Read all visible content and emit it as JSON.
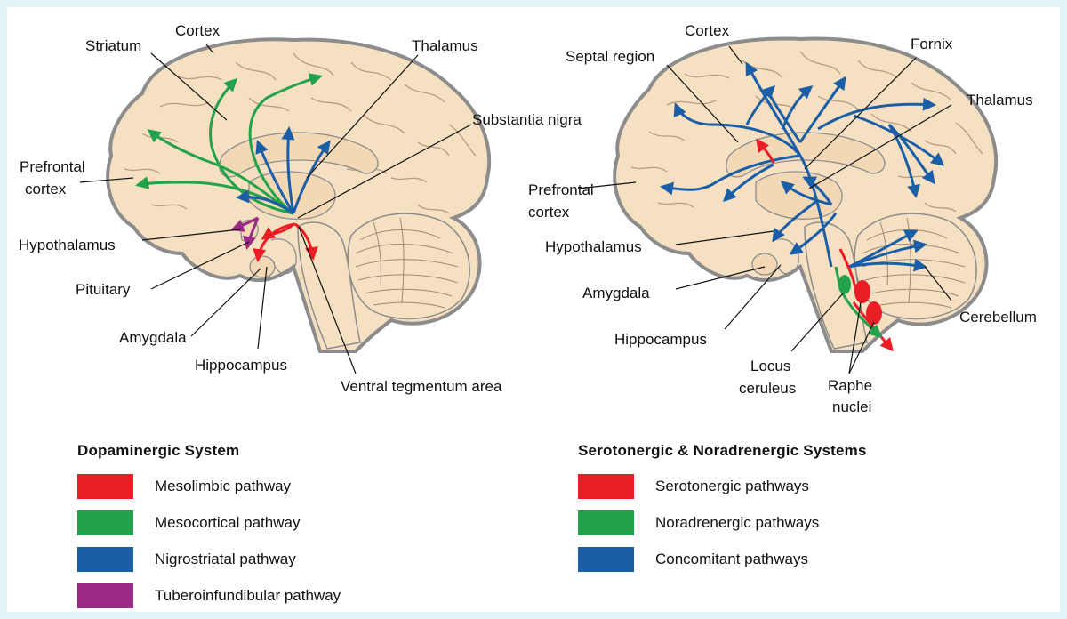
{
  "colors": {
    "brain_fill": "#f6e0c2",
    "brain_outline": "#8c8c8c",
    "red": "#ea1c24",
    "green": "#22a24a",
    "blue": "#1a5ea8",
    "purple": "#9b2a86"
  },
  "left_panel": {
    "labels": {
      "cortex": "Cortex",
      "striatum": "Striatum",
      "thalamus": "Thalamus",
      "substantia_nigra": "Substantia nigra",
      "prefrontal_1": "Prefrontal",
      "prefrontal_2": "cortex",
      "hypothalamus": "Hypothalamus",
      "pituitary": "Pituitary",
      "amygdala": "Amygdala",
      "hippocampus": "Hippocampus",
      "vta": "Ventral tegmentum area"
    }
  },
  "right_panel": {
    "labels": {
      "cortex": "Cortex",
      "fornix": "Fornix",
      "septal": "Septal region",
      "thalamus": "Thalamus",
      "prefrontal_1": "Prefrontal",
      "prefrontal_2": "cortex",
      "hypothalamus": "Hypothalamus",
      "amygdala": "Amygdala",
      "hippocampus": "Hippocampus",
      "cerebellum": "Cerebellum",
      "locus_1": "Locus",
      "locus_2": "ceruleus",
      "raphe_1": "Raphe",
      "raphe_2": "nuclei"
    }
  },
  "legend_left": {
    "title": "Dopaminergic System",
    "items": [
      {
        "label": "Mesolimbic pathway",
        "color": "#ea1c24"
      },
      {
        "label": "Mesocortical pathway",
        "color": "#22a24a"
      },
      {
        "label": "Nigrostriatal pathway",
        "color": "#1a5ea8"
      },
      {
        "label": "Tuberoinfundibular pathway",
        "color": "#9b2a86"
      }
    ]
  },
  "legend_right": {
    "title": "Serotonergic & Noradrenergic Systems",
    "items": [
      {
        "label": "Serotonergic pathways",
        "color": "#ea1c24"
      },
      {
        "label": "Noradrenergic pathways",
        "color": "#22a24a"
      },
      {
        "label": "Concomitant pathways",
        "color": "#1a5ea8"
      }
    ]
  }
}
